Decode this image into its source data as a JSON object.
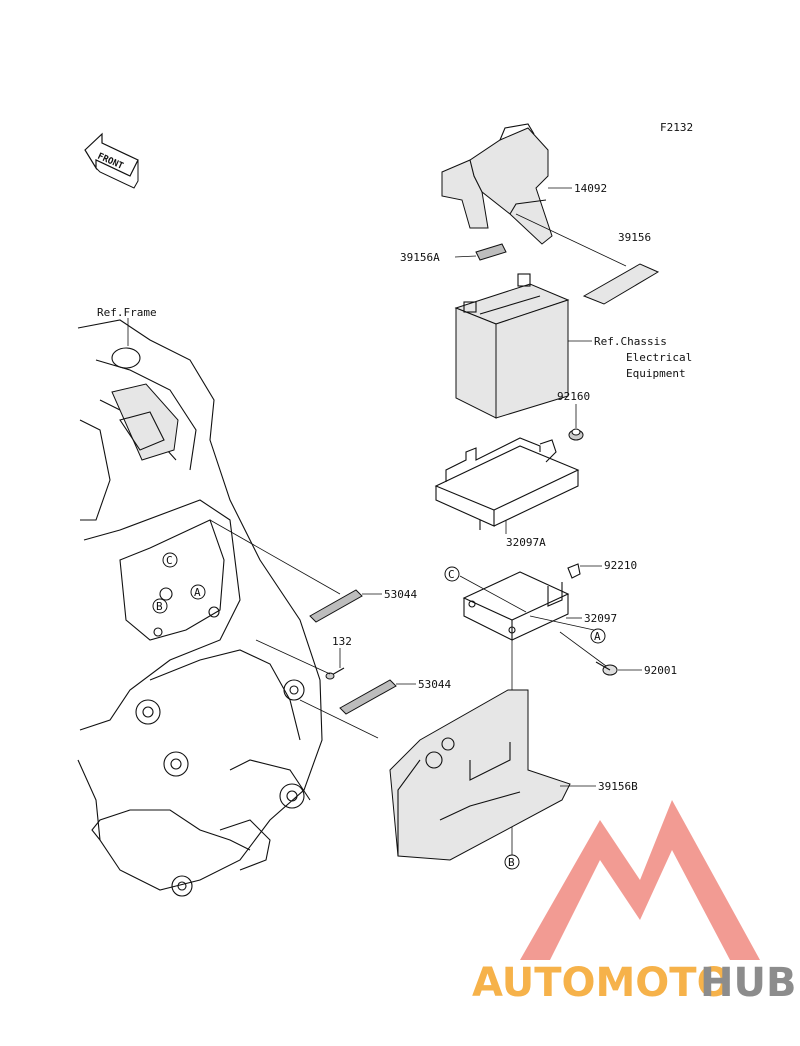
{
  "figure_code": "F2132",
  "front_label": "FRONT",
  "references": {
    "frame": "Ref.Frame",
    "chassis_line1": "Ref.Chassis",
    "chassis_line2": "Electrical",
    "chassis_line3": "Equipment"
  },
  "parts": {
    "p14092": "14092",
    "p39156": "39156",
    "p39156A": "39156A",
    "p92160": "92160",
    "p32097A": "32097A",
    "p92210": "92210",
    "p32097": "32097",
    "p92001": "92001",
    "p53044_top": "53044",
    "p132": "132",
    "p53044_bottom": "53044",
    "p39156B": "39156B"
  },
  "callouts": {
    "a": "A",
    "b": "B",
    "c": "C"
  },
  "watermark": {
    "part1": "AUTOMOTO",
    "part2": "HUB",
    "color_orange": "#f6b24a",
    "color_gray": "#8c8c8c",
    "color_logo": "#f08a80"
  }
}
